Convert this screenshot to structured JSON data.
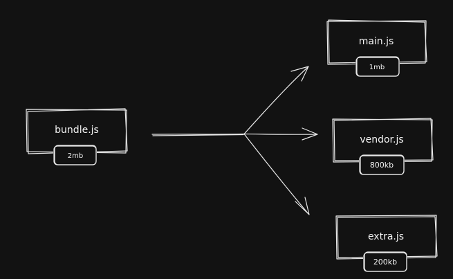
{
  "colors": {
    "background": "#121212",
    "stroke": "#e8e8e8",
    "text": "#f2f2f2"
  },
  "nodes": {
    "bundle": {
      "name": "bundle.js",
      "size": "2mb"
    },
    "main": {
      "name": "main.js",
      "size": "1mb"
    },
    "vendor": {
      "name": "vendor.js",
      "size": "800kb"
    },
    "extra": {
      "name": "extra.js",
      "size": "200kb"
    }
  },
  "edges": [
    {
      "from": "bundle",
      "to": "main"
    },
    {
      "from": "bundle",
      "to": "vendor"
    },
    {
      "from": "bundle",
      "to": "extra"
    }
  ]
}
